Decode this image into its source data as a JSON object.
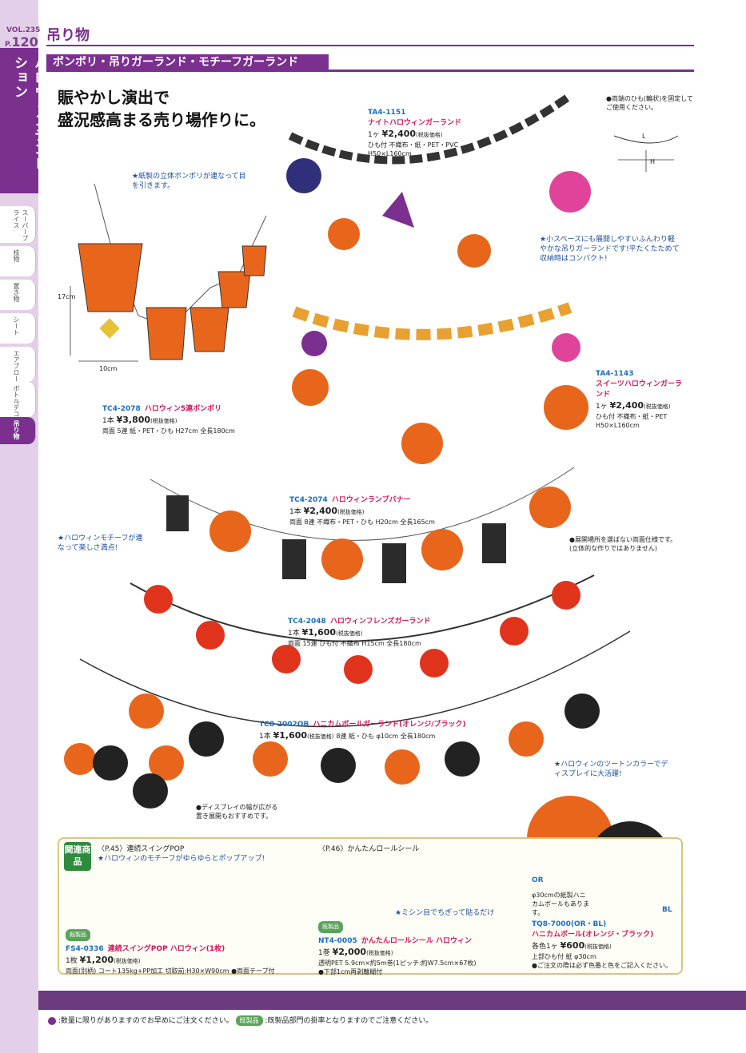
{
  "header": {
    "vol": "VOL.235",
    "page_prefix": "P.",
    "page_number": "120",
    "title": "吊り物",
    "section": "ボンボリ・吊りガーランド・モチーフガーランド"
  },
  "sidebar": {
    "main_category": "ハロウィンデコレーション",
    "tabs": [
      {
        "label": "スーパープライス"
      },
      {
        "label": "枝物"
      },
      {
        "label": "置き物"
      },
      {
        "label": "シート"
      },
      {
        "label": "エアブロー"
      },
      {
        "label": "ボトルデコ"
      },
      {
        "label": "吊り物"
      }
    ]
  },
  "catch": {
    "line1": "賑やかし演出で",
    "line2": "盛況感高まる売り場作りに。"
  },
  "notes": {
    "paper_bonbori": "★紙製の立体ボンボリが連なって目を引きます。",
    "hanging_string": "●両端のひも(輪状)を固定してご使用ください。",
    "small_space": "★小スペースにも展開しやすいふんわり軽やかな吊りガーランドです!平たくたためて収納時はコンパクト!",
    "motif": "★ハロウィンモチーフが連なって楽しさ満点!",
    "double_sided": "●展開場所を選ばない両面仕様です。(立体的な作りではありません)",
    "two_tone": "★ハロウィンのツートンカラーでディスプレイに大活躍!",
    "wide_display": "●ディスプレイの幅が広がる置き展開もおすすめです。"
  },
  "dims": {
    "height": "17cm",
    "width": "10cm",
    "L": "L",
    "H": "H"
  },
  "products": [
    {
      "code": "TA4-1151",
      "name": "ナイトハロウィンガーランド",
      "unit": "1ヶ",
      "price": "¥2,400",
      "tax": "(税抜価格)",
      "spec1": "ひも付 不織布・紙・PET・PVC",
      "spec2": "H50×L160cm"
    },
    {
      "code": "TC4-2078",
      "name": "ハロウィン5連ボンボリ",
      "unit": "1本",
      "price": "¥3,800",
      "tax": "(税抜価格)",
      "spec1": "両面 5連 紙・PET・ひも H27cm 全長180cm",
      "spec2": ""
    },
    {
      "code": "TA4-1143",
      "name": "スイーツハロウィンガーランド",
      "unit": "1ヶ",
      "price": "¥2,400",
      "tax": "(税抜価格)",
      "spec1": "ひも付 不織布・紙・PET",
      "spec2": "H50×L160cm"
    },
    {
      "code": "TC4-2074",
      "name": "ハロウィンランプバナー",
      "unit": "1本",
      "price": "¥2,400",
      "tax": "(税抜価格)",
      "spec1": "両面 8連 不織布・PET・ひも H20cm 全長165cm",
      "spec2": ""
    },
    {
      "code": "TC4-2048",
      "name": "ハロウィンフレンズガーランド",
      "unit": "1本",
      "price": "¥1,600",
      "tax": "(税抜価格)",
      "spec1": "両面 15連 ひも付 不織布 H15cm 全長180cm",
      "spec2": ""
    },
    {
      "code": "TC8-2002OB",
      "name": "ハニカムボールガーランド(オレンジ/ブラック)",
      "unit": "1本",
      "price": "¥1,600",
      "tax": "(税抜価格)",
      "spec1": "8連 紙・ひも φ10cm 全長180cm",
      "spec2": ""
    }
  ],
  "related": {
    "badge": "関連商品",
    "left_ref": "〈P.45〉連続スイングPOP",
    "left_note": "★ハロウィンのモチーフがゆらゆらとポップアップ!",
    "left_label": "既製品",
    "left_code": "FS4-0336",
    "left_name": "連続スイングPOP ハロウィン(1枚)",
    "left_unit": "1枚",
    "left_price": "¥1,200",
    "left_tax": "(税抜価格)",
    "left_spec": "両面(別柄) コート135kg+PP加工 切取前:H30×W90cm ●両面テープ付",
    "mid_ref": "〈P.46〉かんたんロールシール",
    "mid_note": "★ミシン目でちぎって貼るだけ",
    "mid_label": "既製品",
    "mid_code": "NT4-0005",
    "mid_name": "かんたんロールシール ハロウィン",
    "mid_unit": "1巻",
    "mid_price": "¥2,000",
    "mid_tax": "(税抜価格)",
    "mid_spec1": "透明PET 5.9cm×約5m巻(1ピッチ:約W7.5cm×67枚)",
    "mid_spec2": "●下部1cm再剥離糊付",
    "right_or": "OR",
    "right_bl": "BL",
    "right_note": "φ30cmの紙製ハニカムボールもあります。",
    "right_code": "TQ8-7000(OR・BL)",
    "right_name": "ハニカムボール(オレンジ・ブラック)",
    "right_unit": "各色1ヶ",
    "right_price": "¥600",
    "right_tax": "(税抜価格)",
    "right_spec1": "上部ひも付 紙 φ30cm",
    "right_spec2": "●ご注文の際は必ず色番と色をご記入ください。"
  },
  "footer": {
    "text1": ":数量に限りがありますのでお早めにご注文ください。",
    "label": "既製品",
    "text2": ":既製品部門の掛率となりますのでご注意ください。"
  },
  "colors": {
    "accent": "#7b2f8f",
    "orange": "#e8661c",
    "code_blue": "#1b6fc0",
    "name_red": "#d0155a"
  }
}
